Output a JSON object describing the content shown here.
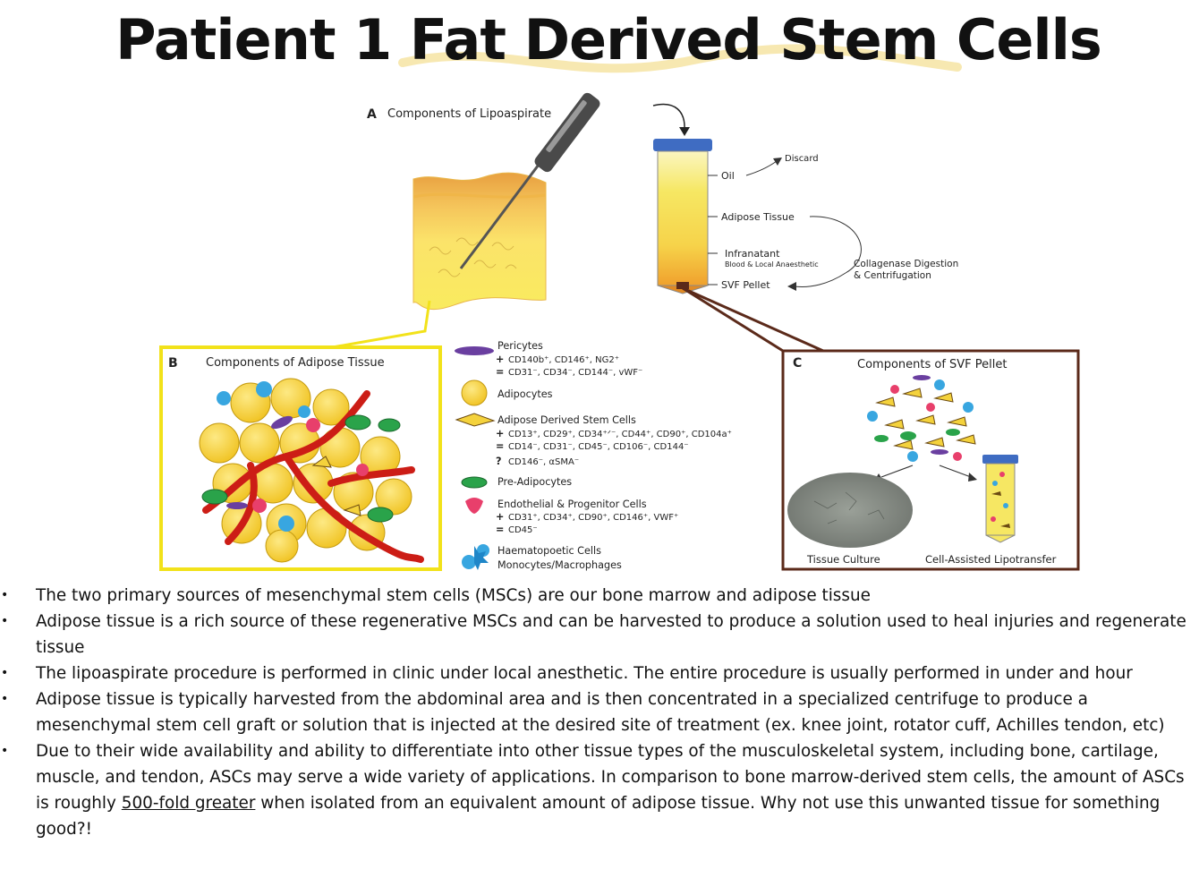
{
  "title": "Patient 1 Fat Derived Stem Cells",
  "panel_a": {
    "letter": "A",
    "heading": "Components of Lipoaspirate",
    "layers": {
      "discard": "Discard",
      "oil": "Oil",
      "adipose": "Adipose Tissue",
      "infranatant": "Infranatant",
      "infranatant_sub": "Blood & Local Anaesthetic",
      "svf": "SVF Pellet",
      "process_1": "Collagenase Digestion",
      "process_2": "& Centrifugation"
    }
  },
  "panel_b": {
    "letter": "B",
    "heading": "Components of Adipose Tissue"
  },
  "panel_c": {
    "letter": "C",
    "heading": "Components of SVF Pellet",
    "culture": "Tissue Culture",
    "lipotransfer": "Cell-Assisted Lipotransfer"
  },
  "legend": {
    "pericytes": {
      "name": "Pericytes",
      "plus": "CD140b⁺, CD146⁺, NG2⁺",
      "minus": "CD31⁻, CD34⁻, CD144⁻, vWF⁻"
    },
    "adipocytes": {
      "name": "Adipocytes"
    },
    "adsc": {
      "name": "Adipose Derived Stem Cells",
      "plus": "CD13⁺, CD29⁺, CD34⁺ᐟ⁻, CD44⁺, CD90⁺, CD104a⁺",
      "minus": "CD14⁻, CD31⁻, CD45⁻, CD106⁻, CD144⁻",
      "q": "CD146⁻, αSMA⁻"
    },
    "preadipocytes": {
      "name": "Pre-Adipocytes"
    },
    "endothelial": {
      "name": "Endothelial & Progenitor Cells",
      "plus": "CD31⁺, CD34⁺, CD90⁺, CD146⁺, VWF⁺",
      "minus": "CD45⁻"
    },
    "haemato": {
      "name": "Haematopoetic Cells",
      "sub": "Monocytes/Macrophages"
    },
    "sym_plus": "+",
    "sym_minus": "=",
    "sym_q": "?"
  },
  "bullets": {
    "b1": "The two primary sources of mesenchymal stem cells (MSCs) are our bone marrow and adipose tissue",
    "b2": "Adipose tissue is a rich source of these regenerative MSCs and can be harvested to produce a solution used to heal injuries and regenerate tissue",
    "b3": "The lipoaspirate procedure is performed in clinic under local anesthetic. The entire procedure is usually performed in under and hour",
    "b4": "Adipose tissue is typically harvested from the abdominal area and is then concentrated in a specialized centrifuge to produce a mesenchymal stem cell graft or solution that is injected at the desired site of treatment (ex. knee joint, rotator cuff, Achilles tendon, etc)",
    "b5a": "Due to their wide availability and ability to differentiate into other tissue types of the musculoskeletal system, including bone, cartilage, muscle, and tendon, ASCs may serve a wide variety of applications. In comparison to bone marrow-derived stem cells, the amount of ASCs is roughly ",
    "b5u": "500-fold greater",
    "b5b": " when isolated from an equivalent amount of adipose tissue. Why not use this unwanted tissue for something good?!"
  },
  "bullet_glyph": "•",
  "colors": {
    "yellow_border": "#f2e21a",
    "brown_border": "#5b2a1a",
    "fat": "#f7df3a",
    "vessel": "#cc1d16"
  }
}
